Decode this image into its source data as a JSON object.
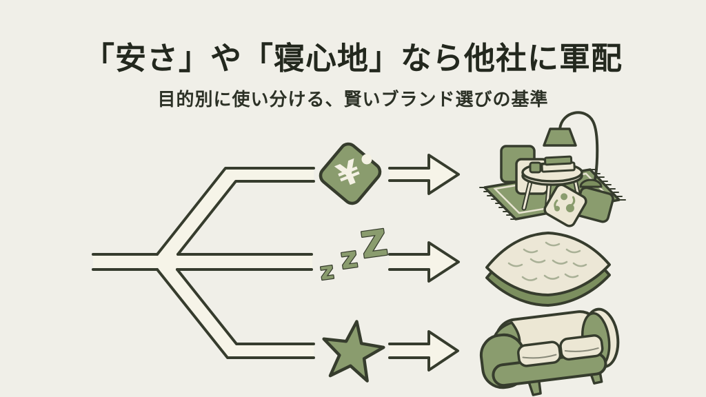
{
  "slide": {
    "title": "「安さ」や「寝心地」なら他社に軍配",
    "subtitle": "目的別に使い分ける、賢いブランド選びの基準"
  },
  "colors": {
    "background": "#f0efe8",
    "outline": "#363c2d",
    "green": "#8a9c6e",
    "green_dark": "#7c8f5f",
    "cream": "#ece7d4",
    "road_fill": "#f6f4e8",
    "title_text": "#23281e"
  },
  "diagram": {
    "branches": [
      {
        "icon": "price-tag-icon",
        "glyph": "¥",
        "illustration": "living-room-set"
      },
      {
        "icon": "zzz-icon",
        "glyphs": [
          "z",
          "z",
          "Z"
        ],
        "illustration": "mattress"
      },
      {
        "icon": "star-icon",
        "glyph": "★",
        "illustration": "sofa"
      }
    ]
  }
}
